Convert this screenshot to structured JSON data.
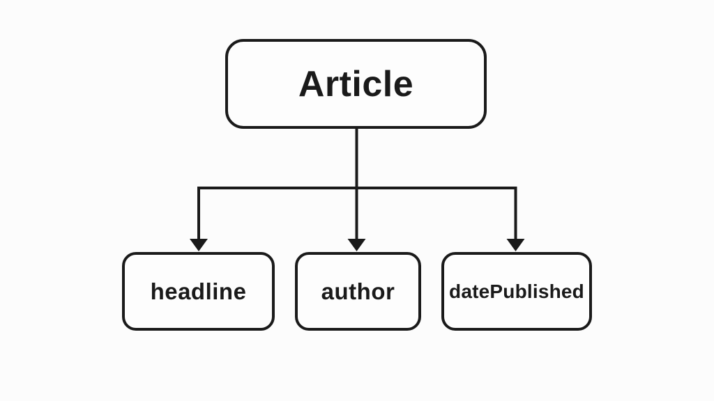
{
  "diagram": {
    "type": "tree",
    "root": {
      "label": "Article"
    },
    "children": [
      {
        "label": "headline"
      },
      {
        "label": "author"
      },
      {
        "label": "datePublished"
      }
    ],
    "colors": {
      "background": "#fcfcfc",
      "stroke": "#1a1a1a",
      "node_fill": "#fdfdfd",
      "text": "#1a1a1a"
    }
  }
}
